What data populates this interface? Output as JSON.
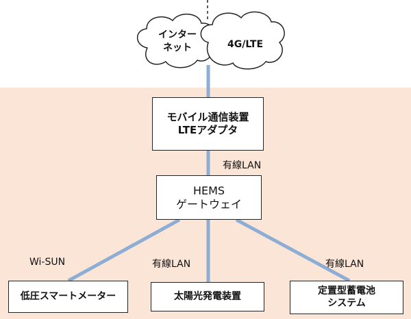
{
  "clouds": {
    "internet_line1": "インター",
    "internet_line2": "ネット",
    "lte": "4G/LTE"
  },
  "nodes": {
    "adapter_line1": "モバイル通信装置",
    "adapter_line2": "LTEアダプタ",
    "hems_line1": "HEMS",
    "hems_line2": "ゲートウェイ",
    "meter": "低圧スマートメーター",
    "solar": "太陽光発電装置",
    "battery_line1": "定置型蓄電池",
    "battery_line2": "システム"
  },
  "links": {
    "adapter_to_hems": "有線LAN",
    "hems_to_meter": "Wi-SUN",
    "hems_to_solar": "有線LAN",
    "hems_to_battery": "有線LAN"
  },
  "colors": {
    "home_region": "#fbe5d6",
    "link": "#8eadd4"
  }
}
